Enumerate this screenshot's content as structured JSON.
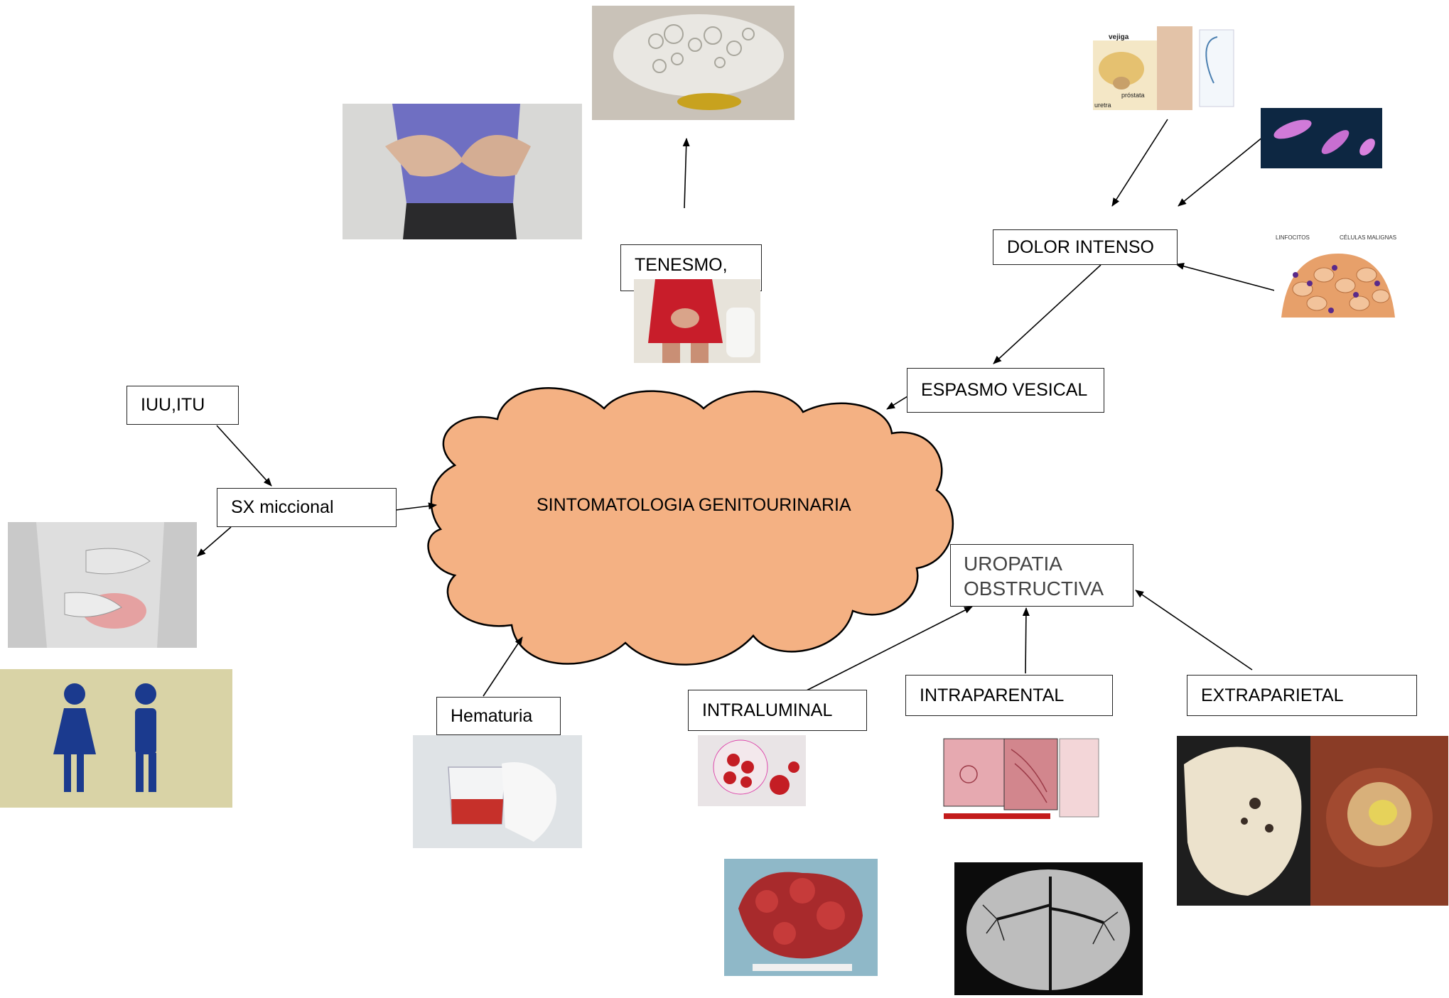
{
  "center": {
    "label": "SINTOMATOLOGIA GENITOURINARIA",
    "fill": "#f4b183"
  },
  "nodes": {
    "iuu_itu": "IUU,ITU",
    "sx_miccional": "SX miccional",
    "tenesmo": "TENESMO,",
    "dolor_intenso": "DOLOR  INTENSO",
    "espasmo_vesical": "ESPASMO  VESICAL",
    "hematuria": "Hematuria",
    "uropatia_line1": "UROPATIA",
    "uropatia_line2": "OBSTRUCTIVA",
    "intraluminal": "INTRALUMINAL",
    "intraparental": "INTRAPARENTAL",
    "extraparietal": "EXTRAPARIETAL"
  },
  "image_captions": {
    "anatomy_vejiga": "vejiga",
    "anatomy_prostata": "próstata",
    "anatomy_uretra": "uretra",
    "cells_left": "LINFOCITOS",
    "cells_right": "CÉLULAS MALIGNAS"
  },
  "colors": {
    "stroke": "#000000",
    "cloud_stroke": "#000000"
  }
}
